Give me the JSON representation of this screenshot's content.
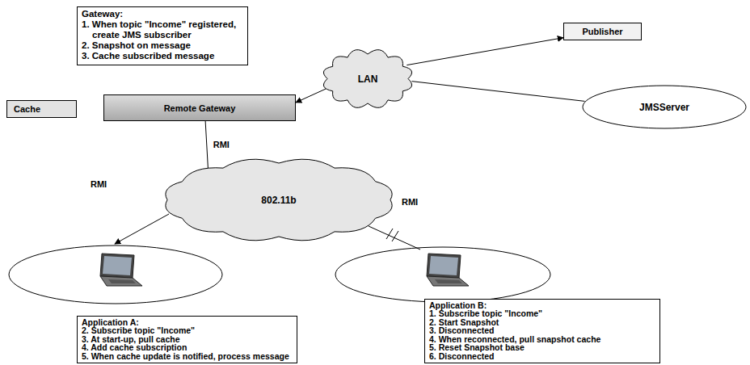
{
  "diagram": {
    "nodes": [
      {
        "text": [
          "Gateway:",
          "1. When topic \"Income\" registered, create JMS subscriber",
          "2. Snapshot on message",
          "3. Cache subscribed message"
        ]
      },
      {
        "text": [
          "Publisher"
        ]
      },
      {
        "text": [
          "Cache"
        ]
      },
      {
        "text": [
          "Remote Gateway"
        ]
      },
      {
        "text": [
          "LAN"
        ]
      },
      {
        "text": [
          "JMSServer"
        ]
      },
      {
        "text": [
          "802.11b"
        ]
      },
      {
        "text": [
          "Application A:",
          "2. Subscribe topic \"Income\"",
          "3. At start-up, pull cache",
          "4. Add cache subscription",
          "5. When cache update is notified, process message"
        ]
      },
      {
        "text": [
          "Application B:",
          "1. Subscribe topic \"Income\"",
          "2. Start Snapshot",
          "3. Disconnected",
          "4. When reconnected, pull snapshot cache",
          "5. Reset Snapshot base",
          "6. Disconnected"
        ]
      }
    ],
    "edges": [
      {
        "from": 4,
        "to": 3,
        "arrow": "to"
      },
      {
        "from": 4,
        "to": 1,
        "arrow": "to"
      },
      {
        "from": 4,
        "to": 5,
        "arrow": "none"
      },
      {
        "from": 3,
        "to": 6,
        "label": "RMI",
        "arrow": "none"
      }
    ],
    "labels": [
      "RMI",
      "RMI"
    ]
  }
}
